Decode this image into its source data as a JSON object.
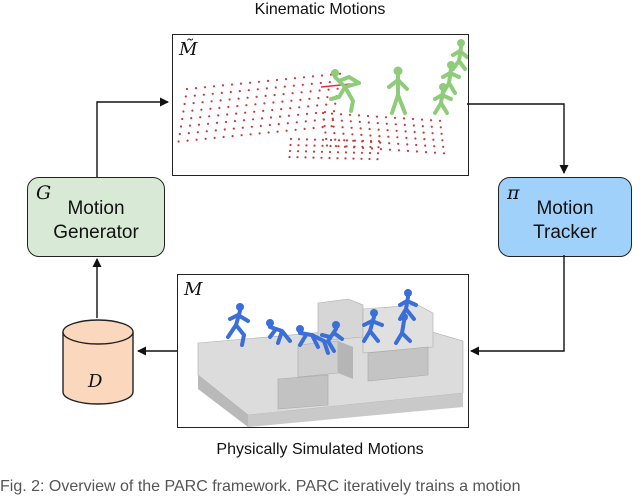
{
  "top_caption": "Kinematic Motions",
  "bottom_caption": "Physically Simulated Motions",
  "kinematic_panel": {
    "symbol": "M̃"
  },
  "simulated_panel": {
    "symbol": "M"
  },
  "generator": {
    "symbol": "G",
    "line1": "Motion",
    "line2": "Generator",
    "color": "#d8ead6"
  },
  "tracker": {
    "symbol": "π",
    "line1": "Motion",
    "line2": "Tracker",
    "color": "#9fd1fa"
  },
  "dataset": {
    "symbol": "D",
    "color": "#fbd7bd"
  },
  "figure_caption": "Fig. 2: Overview of the PARC framework. PARC iteratively trains a motion"
}
